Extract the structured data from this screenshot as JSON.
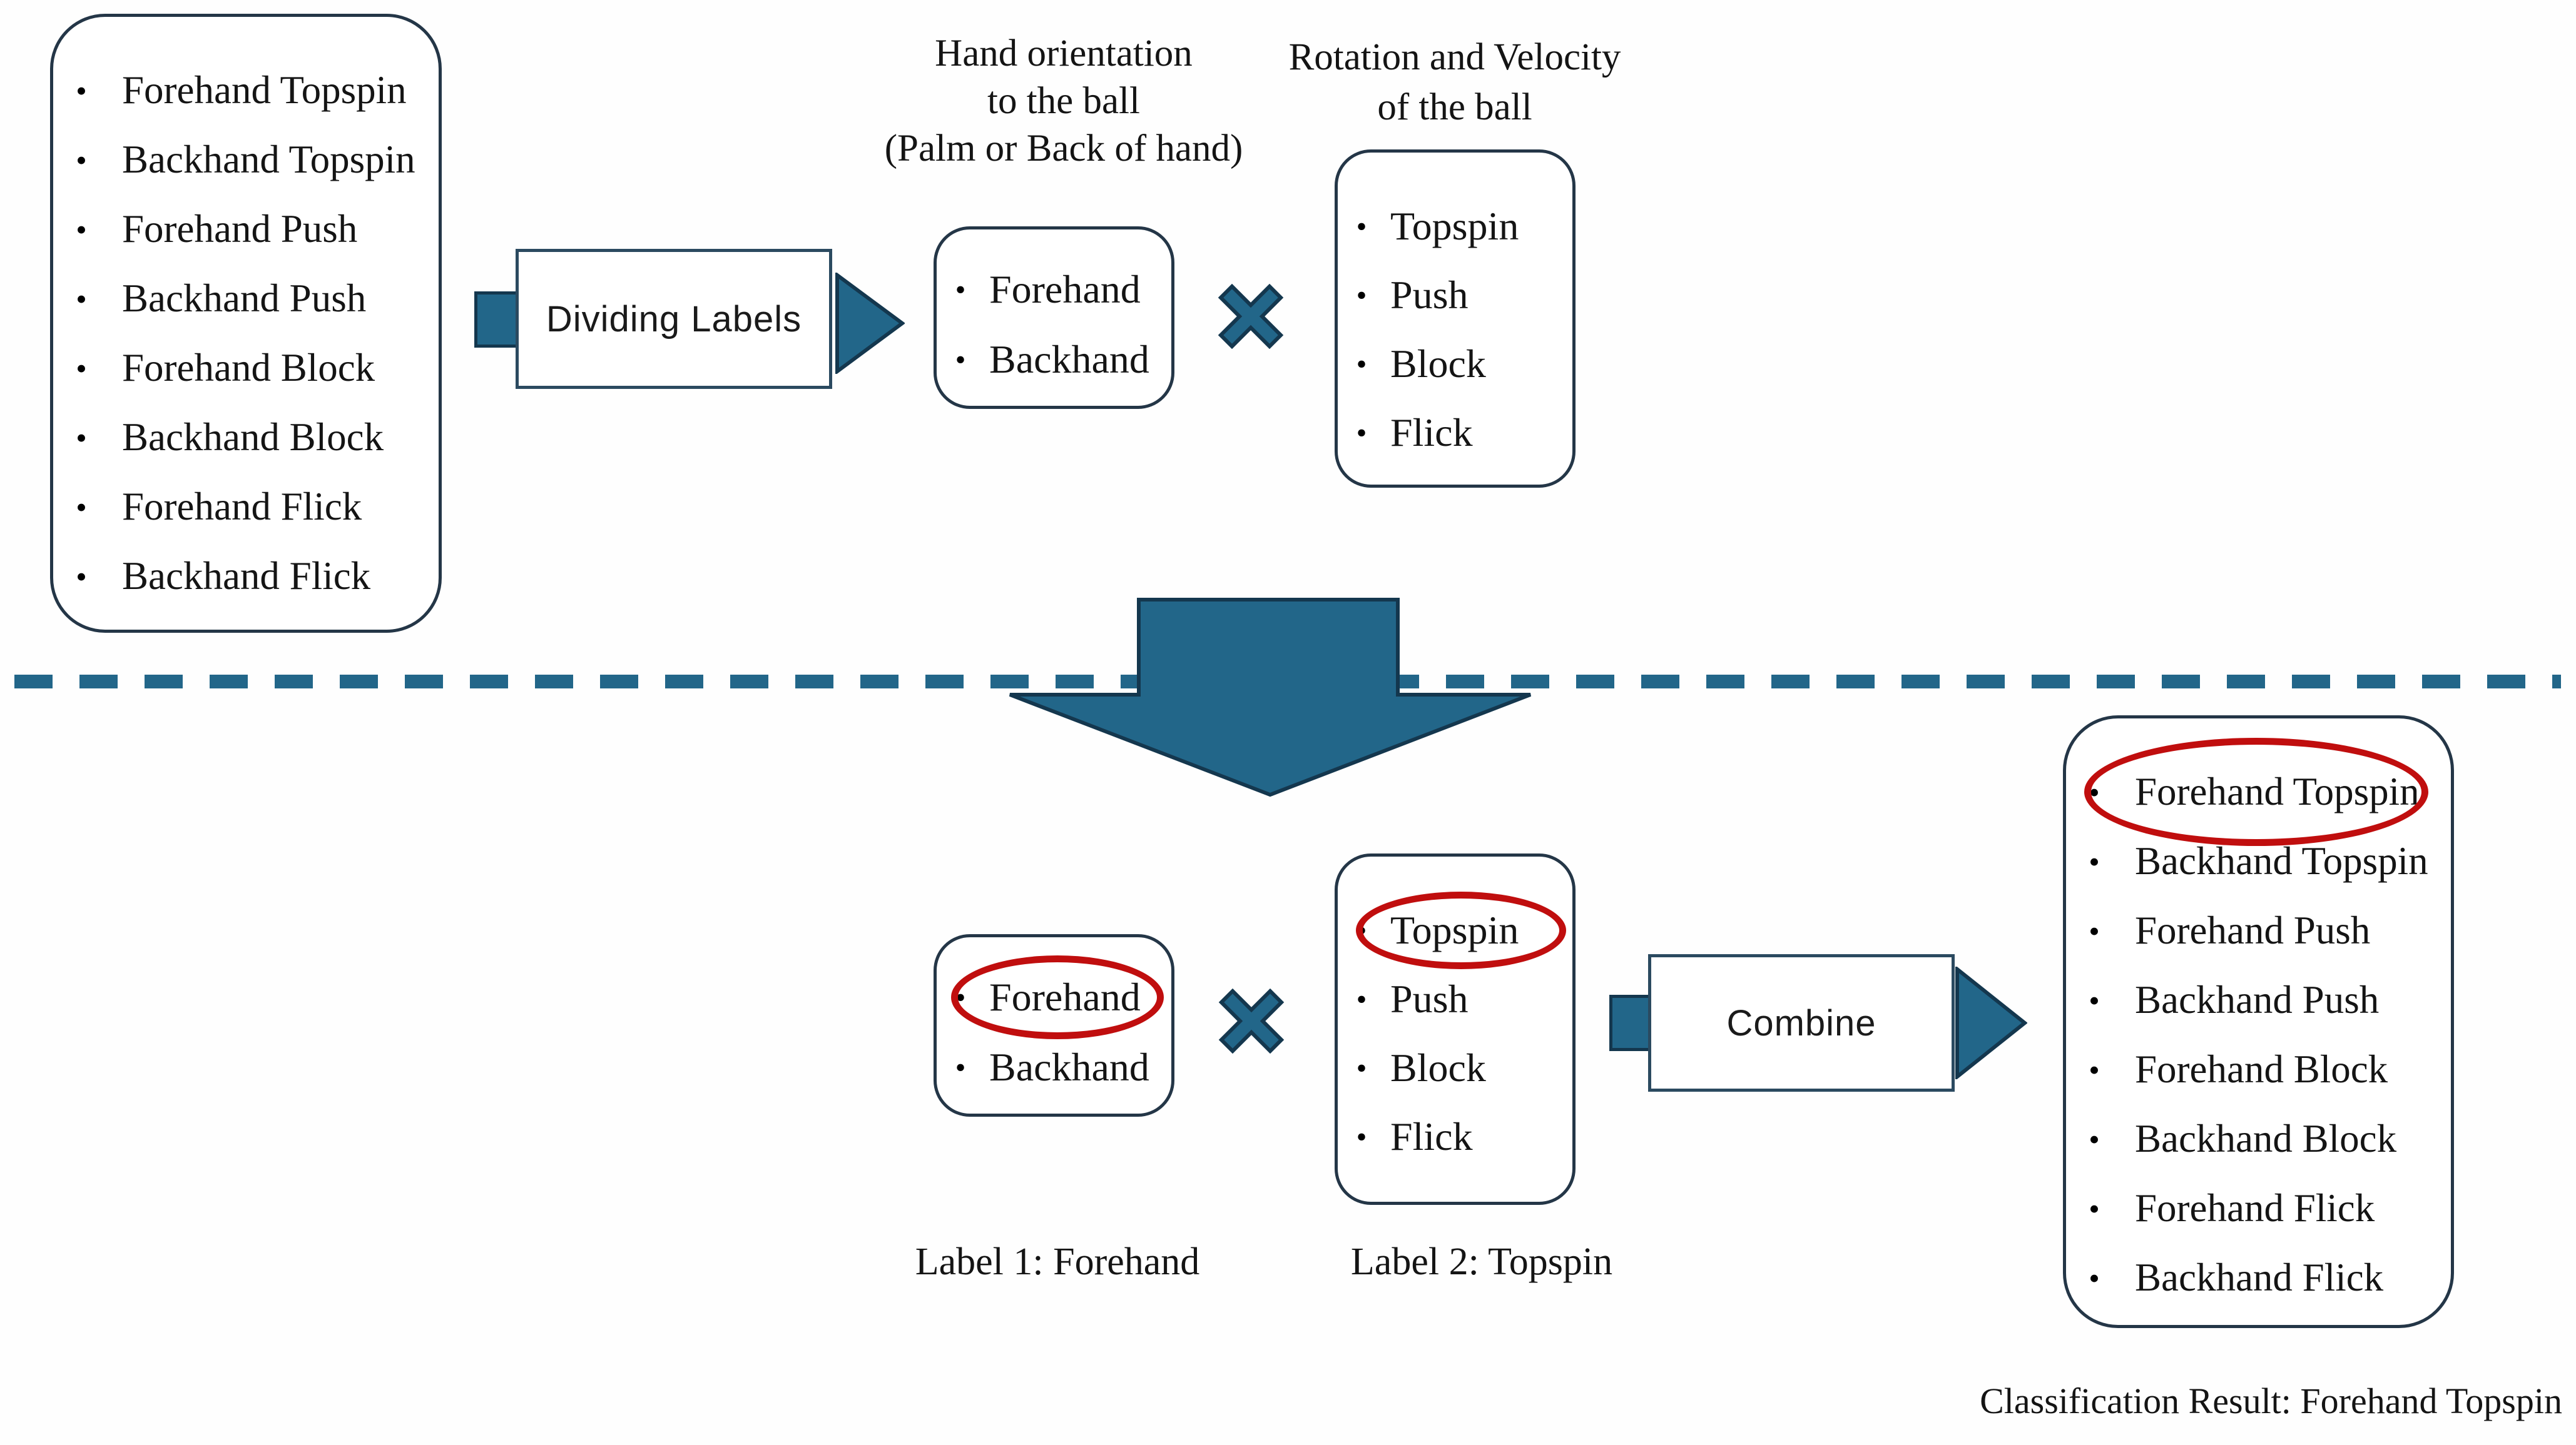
{
  "glyphs": {
    "bullet": "•"
  },
  "colors": {
    "teal": "#226689",
    "teal_dark": "#14374e",
    "box_border": "#243647",
    "btn_border": "#2b4a60",
    "red": "#c00e0e",
    "text": "#141414",
    "canvas_bg": "#fefefe"
  },
  "stroke_list": [
    "Forehand Topspin",
    "Backhand Topspin",
    "Forehand Push",
    "Backhand Push",
    "Forehand Block",
    "Backhand Block",
    "Forehand Flick",
    "Backhand Flick"
  ],
  "hand_options": [
    "Forehand",
    "Backhand"
  ],
  "rotation_options": [
    "Topspin",
    "Push",
    "Block",
    "Flick"
  ],
  "top_section": {
    "dividing_labels_button": "Dividing Labels",
    "hand_title_lines": [
      "Hand orientation",
      "to the ball",
      "(Palm or Back of hand)"
    ],
    "rotation_title_lines": [
      "Rotation and Velocity",
      "of the ball"
    ]
  },
  "bottom_section": {
    "combine_button": "Combine",
    "label1": "Label 1: Forehand",
    "label2": "Label 2: Topspin",
    "classification_result": "Classification Result: Forehand Topspin",
    "highlighted": {
      "hand": "Forehand",
      "rotation": "Topspin",
      "result": "Forehand Topspin"
    }
  }
}
